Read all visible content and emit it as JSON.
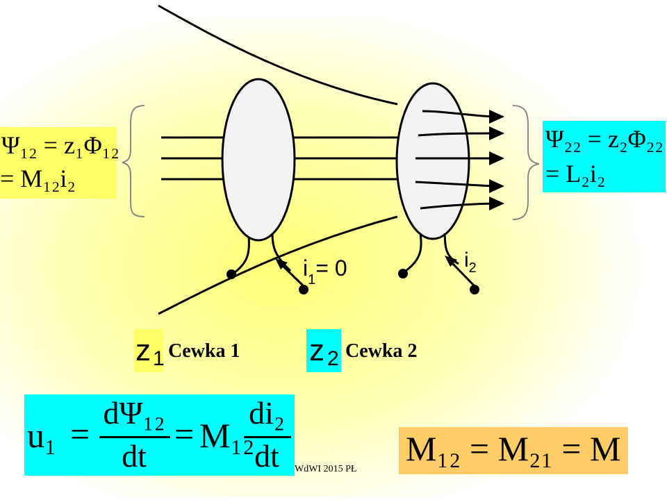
{
  "equations": {
    "psi12_line1": "Ψ₁₂ = z₁Φ₁₂",
    "psi12_line2": "= M₁₂i₂",
    "psi22_line1": "Ψ₂₂ = z₂Φ₂₂",
    "psi22_line2": "= L₂i₂",
    "u1": {
      "lhs": "u₁",
      "eq1": "=",
      "num1": "dΨ₁₂",
      "den1": "dt",
      "eq2": "=",
      "coef": "M₁₂",
      "num2": "di₂",
      "den2": "dt"
    },
    "mutual": "M₁₂ = M₂₁ = M"
  },
  "coils": [
    {
      "symbol_main": "z",
      "symbol_sub": "1",
      "label": "Cewka 1",
      "color": "#ffff66"
    },
    {
      "symbol_main": "z",
      "symbol_sub": "2",
      "label": "Cewka 2",
      "color": "#00ffff"
    }
  ],
  "currents": {
    "i1_main": "i",
    "i1_sub": "1",
    "i1_val": "= 0",
    "i2_main": "i",
    "i2_sub": "2"
  },
  "footer": "WdWI 2015 PŁ"
}
